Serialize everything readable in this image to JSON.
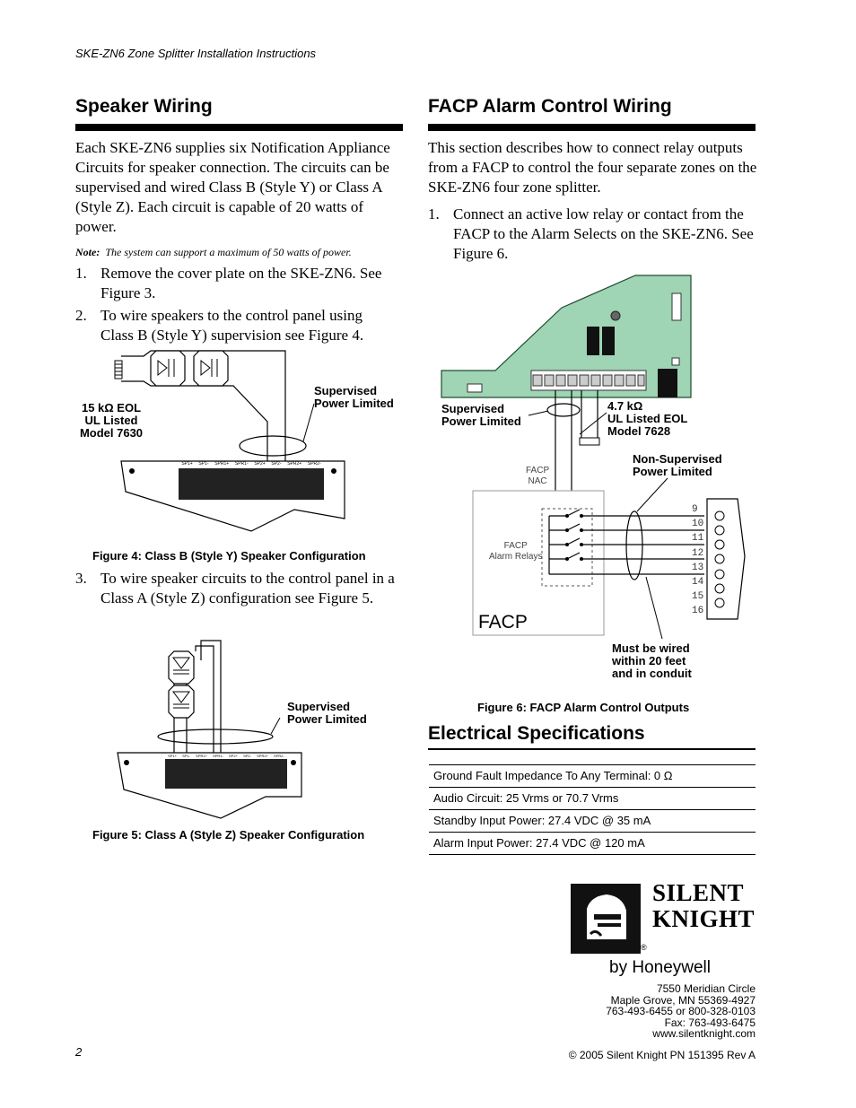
{
  "header": "SKE-ZN6 Zone Splitter Installation Instructions",
  "left": {
    "title": "Speaker Wiring",
    "intro": "Each SKE-ZN6 supplies six Notification Appliance Circuits for speaker connection. The circuits can be supervised and wired Class B (Style Y) or Class A (Style Z). Each circuit is capable of 20 watts of power.",
    "note_label": "Note:",
    "note_text": "The system can support a maximum of 50 watts of power.",
    "steps": [
      {
        "num": "1.",
        "text": "Remove the cover plate on the SKE-ZN6. See Figure 3."
      },
      {
        "num": "2.",
        "text": "To wire speakers to the control panel using Class B (Style Y) supervision see Figure 4."
      },
      {
        "num": "3.",
        "text": "To wire speaker circuits to the control panel in a Class A (Style Z) configuration see Figure 5."
      }
    ],
    "fig4": {
      "eol_line1": "15 kΩ EOL",
      "eol_line2": "UL Listed",
      "eol_line3": "Model 7630",
      "sup_line1": "Supervised",
      "sup_line2": "Power Limited",
      "terminals": [
        "SP1+",
        "SP1-",
        "SPR1+",
        "SPR1-",
        "SP2+",
        "SP2-",
        "SPR2+",
        "SPR2-"
      ],
      "caption": "Figure 4: Class B (Style Y) Speaker Configuration"
    },
    "fig5": {
      "sup_line1": "Supervised",
      "sup_line2": "Power Limited",
      "terminals": [
        "SP1+",
        "SP1-",
        "SPR1+",
        "SPR1-",
        "SP2+",
        "SP2-",
        "SPR2+",
        "SPR2-"
      ],
      "caption": "Figure 5: Class A (Style Z) Speaker Configuration"
    }
  },
  "right": {
    "title": "FACP Alarm Control Wiring",
    "intro": "This section describes how to connect relay outputs from a FACP to control the four separate zones on the SKE-ZN6 four zone splitter.",
    "step1_num": "1.",
    "step1_text": "Connect an active low relay or contact from the FACP to the Alarm Selects on the SKE-ZN6. See Figure 6.",
    "fig6": {
      "sup_line1": "Supervised",
      "sup_line2": "Power Limited",
      "eol_line1": "4.7 kΩ",
      "eol_line2": "UL Listed EOL",
      "eol_line3": "Model 7628",
      "nonsup_line1": "Non-Supervised",
      "nonsup_line2": "Power Limited",
      "facp_nac_1": "FACP",
      "facp_nac_2": "NAC",
      "relays_1": "FACP",
      "relays_2": "Alarm Relays",
      "facp_big": "FACP",
      "terminals": [
        "9",
        "10",
        "11",
        "12",
        "13",
        "14",
        "15",
        "16"
      ],
      "conduit_1": "Must be wired",
      "conduit_2": "within 20 feet",
      "conduit_3": "and in conduit",
      "caption": "Figure 6: FACP Alarm Control Outputs"
    },
    "spec_title": "Electrical Specifications",
    "specs": [
      "Ground Fault Impedance To Any Terminal: 0 Ω",
      "Audio Circuit: 25 Vrms or 70.7 Vrms",
      "Standby Input Power: 27.4 VDC @ 35 mA",
      "Alarm Input Power: 27.4 VDC @ 120 mA"
    ]
  },
  "logo": {
    "line1": "SILENT",
    "line2": "KNIGHT",
    "registered": "®",
    "by": "by Honeywell"
  },
  "address": [
    "7550 Meridian Circle",
    "Maple Grove, MN 55369-4927",
    "763-493-6455 or 800-328-0103",
    "Fax: 763-493-6475",
    "www.silentknight.com"
  ],
  "footer": {
    "page": "2",
    "copyright": "© 2005 Silent Knight  PN 151395 Rev A"
  },
  "colors": {
    "board_green": "#9fd4b4",
    "board_outline": "#1d4d2e"
  }
}
